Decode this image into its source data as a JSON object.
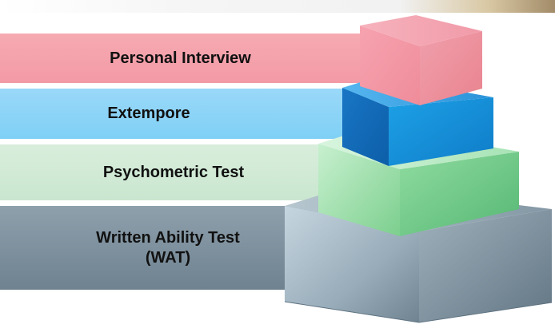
{
  "diagram": {
    "layers": [
      {
        "label": "Personal Interview"
      },
      {
        "label": "Extempore"
      },
      {
        "label": "Psychometric Test"
      },
      {
        "label_line1": "Written Ability Test",
        "label_line2": "(WAT)"
      }
    ]
  },
  "colors": {
    "pink": "#f39aa6",
    "blue": "#1f8fd6",
    "green": "#79cf94",
    "gray": "#7f93a1"
  }
}
